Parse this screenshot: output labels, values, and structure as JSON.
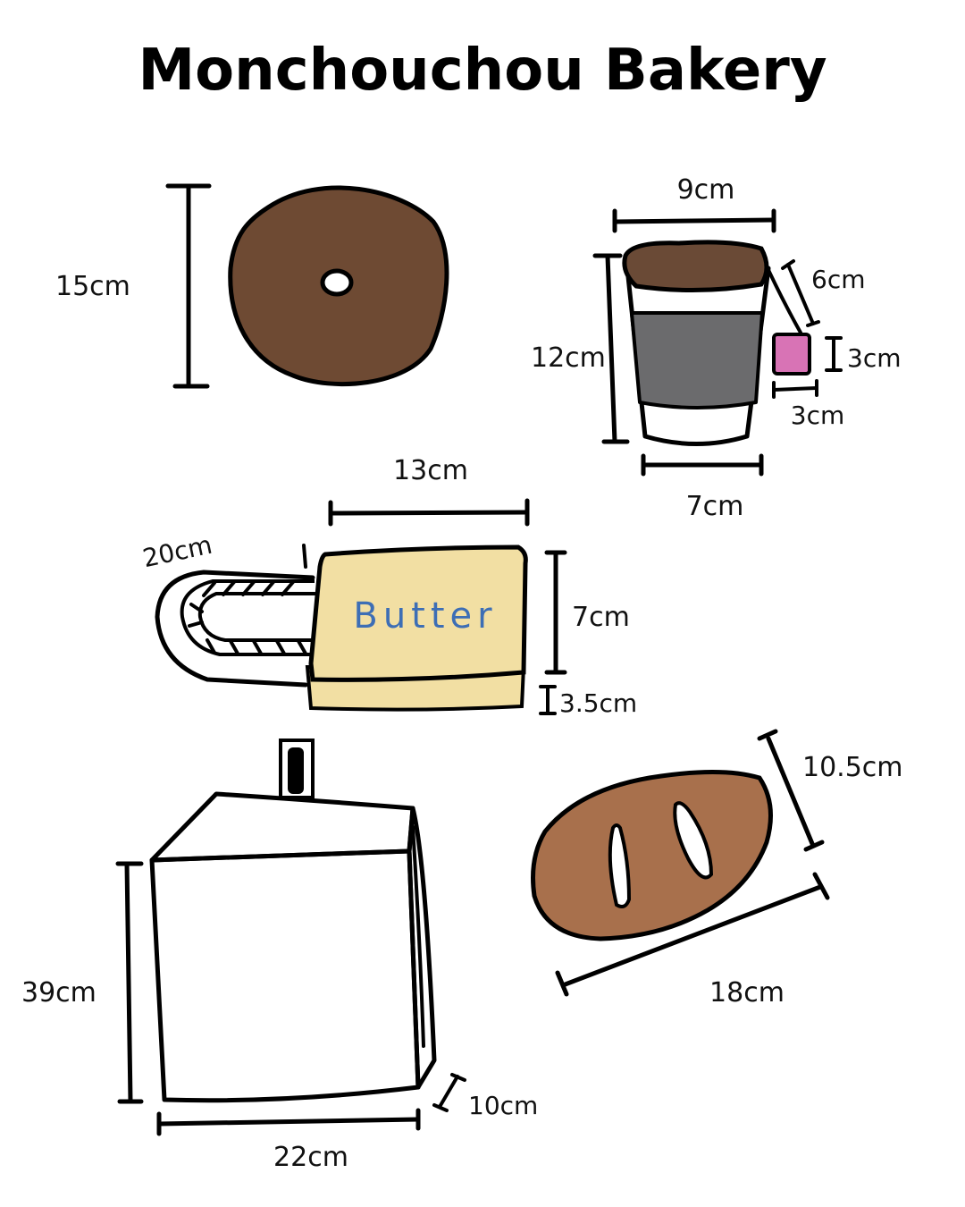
{
  "title": "Monchouchou Bakery",
  "colors": {
    "donut": "#6e4a33",
    "coffee_top": "#6a4a36",
    "sleeve": "#6b6b6d",
    "tea_tag": "#d873b5",
    "butter": "#f2dfa3",
    "butter_text": "#3d6eb5",
    "bread": "#a8704c"
  },
  "items": {
    "donut": {
      "height_label": "15cm"
    },
    "coffee_cup": {
      "top_width_label": "9cm",
      "height_label": "12cm",
      "bottom_width_label": "7cm",
      "string_label": "6cm",
      "tag_height_label": "3cm",
      "tag_width_label": "3cm"
    },
    "butter_dish": {
      "word": "Butter",
      "width_label": "13cm",
      "handle_label": "20cm",
      "height_label": "7cm",
      "base_label": "3.5cm"
    },
    "paper_bag": {
      "height_label": "39cm",
      "width_label": "22cm",
      "depth_label": "10cm"
    },
    "bread_loaf": {
      "width_label": "10.5cm",
      "length_label": "18cm"
    }
  }
}
